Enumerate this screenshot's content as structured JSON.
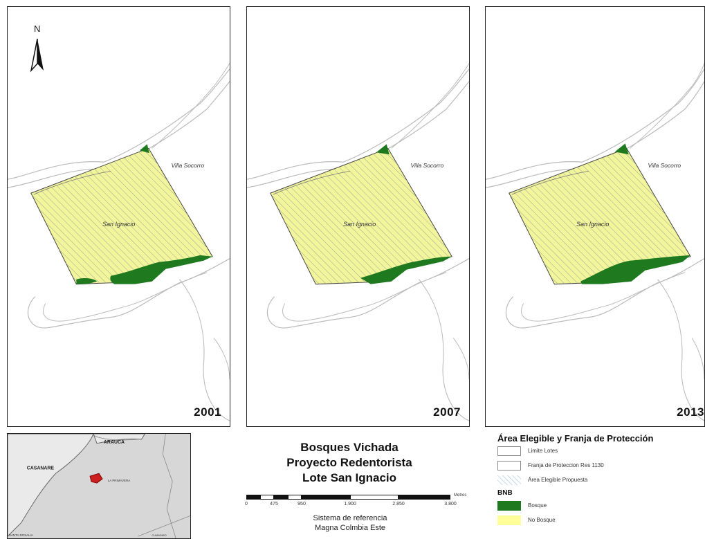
{
  "panels": [
    {
      "year": "2001",
      "parcel_label": "San Ignacio",
      "place_label": "Villa Socorro"
    },
    {
      "year": "2007",
      "parcel_label": "San Ignacio",
      "place_label": "Villa Socorro"
    },
    {
      "year": "2013",
      "parcel_label": "San Ignacio",
      "place_label": "Villa Socorro"
    }
  ],
  "north_arrow": {
    "letter": "N"
  },
  "inset_map": {
    "labels": {
      "arauca": "ARAUCA",
      "casanare": "CASANARE",
      "site": "LA PRIMAVERA",
      "corner_left": "SANTA ROSALIA",
      "corner_right": "CUMARIBO"
    }
  },
  "title": {
    "line1": "Bosques Vichada",
    "line2": "Proyecto Redentorista",
    "line3": "Lote San Ignacio"
  },
  "scale": {
    "unit": "Metros",
    "ticks": [
      "0",
      "475",
      "950",
      "1.900",
      "2.850",
      "3.800"
    ]
  },
  "reference": {
    "line1": "Sistema de referencia",
    "line2": "Magna Colmbia Este"
  },
  "legend": {
    "title": "Área Elegible y Franja de Protección",
    "items": [
      {
        "label": "Limite Lotes"
      },
      {
        "label": "Franja de Proteccion Res 1130"
      },
      {
        "label": "Área Elegible Propuesta"
      }
    ],
    "bnb_title": "BNB",
    "bnb_items": [
      {
        "label": "Bosque",
        "color": "#1f7a1f"
      },
      {
        "label": "No Bosque",
        "color": "#ffff99"
      }
    ]
  },
  "colors": {
    "no_bosque": "#f2f59a",
    "bosque": "#1f7a1f",
    "hatch": "#b8c8d8",
    "inset_site": "#cc1f1f"
  }
}
